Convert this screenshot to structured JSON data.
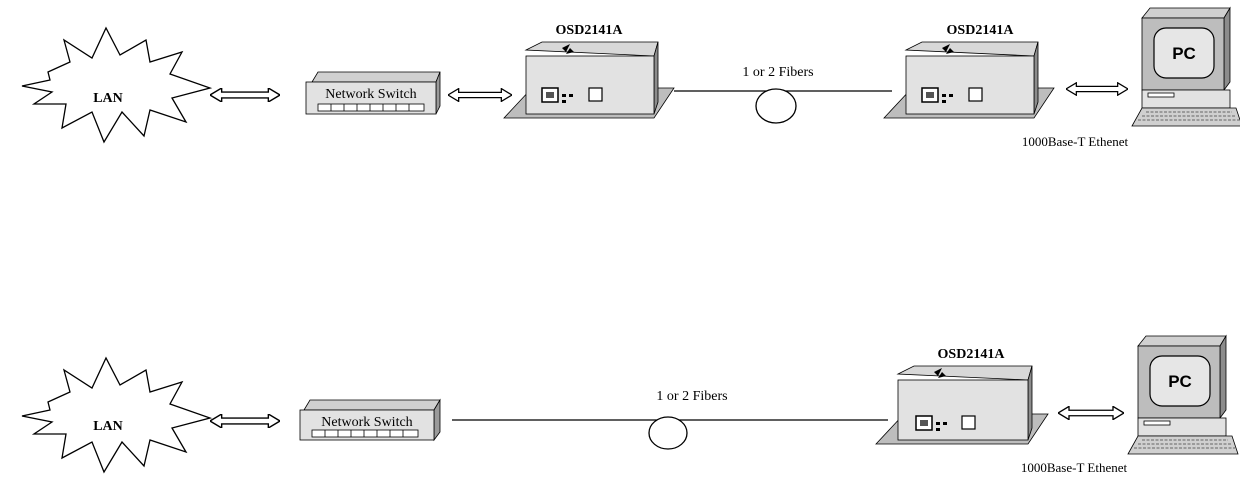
{
  "diagrams": [
    {
      "lan_label": "LAN",
      "switch_label": "Network Switch",
      "fiber_label": "1 or 2 Fibers",
      "converter_labels": [
        "OSD2141A",
        "OSD2141A"
      ],
      "pc_label": "PC",
      "ethernet_label": "1000Base-T Ethenet"
    },
    {
      "lan_label": "LAN",
      "switch_label": "Network Switch",
      "fiber_label": "1 or 2 Fibers",
      "converter_labels": [
        "OSD2141A"
      ],
      "pc_label": "PC",
      "ethernet_label": "1000Base-T Ethenet"
    }
  ],
  "colors": {
    "device_light": "#e2e2e2",
    "device_mid": "#bdbdbd",
    "device_dark": "#8c8c8c",
    "outline": "#000000"
  }
}
